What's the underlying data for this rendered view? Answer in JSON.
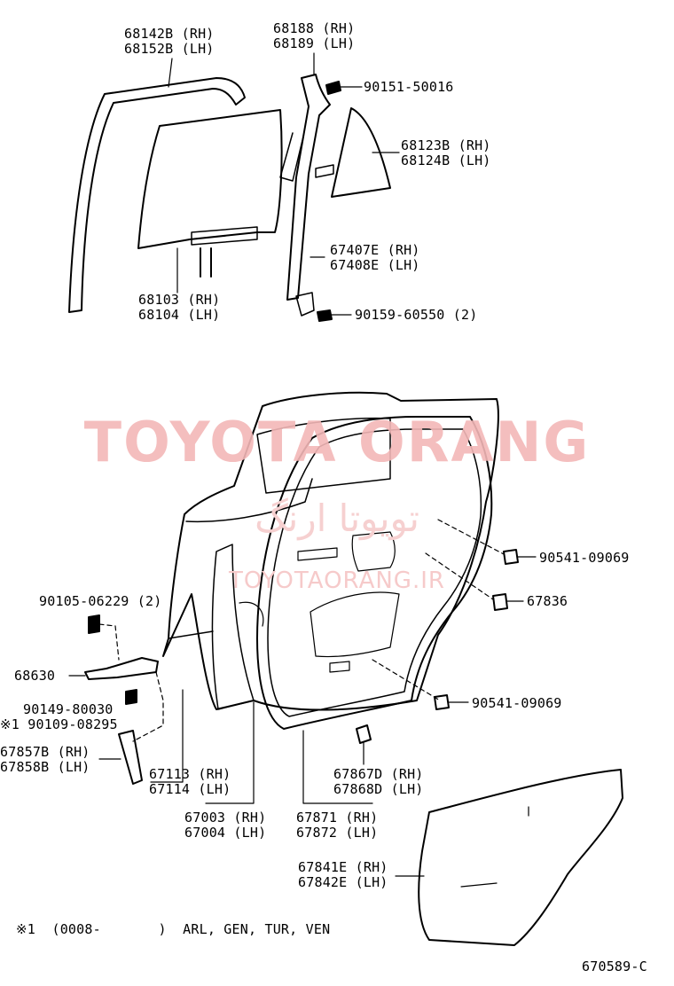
{
  "watermark": {
    "main": "TOYOTA ORANG",
    "arabic": "تویوتا ارنگ",
    "site": "TOYOTAORANG.IR"
  },
  "labels": {
    "p68142B": "68142B (RH)",
    "p68152B": "68152B (LH)",
    "p68188": "68188 (RH)",
    "p68189": "68189 (LH)",
    "p90151": "90151-50016",
    "p68123B": "68123B (RH)",
    "p68124B": "68124B (LH)",
    "p67407E": "67407E (RH)",
    "p67408E": "67408E (LH)",
    "p68103": "68103 (RH)",
    "p68104": "68104 (LH)",
    "p90159": "90159-60550 (2)",
    "p90541a": "90541-09069",
    "p67836": "67836",
    "p90105": "90105-06229 (2)",
    "p68630": "68630",
    "p90149": "90149-80030",
    "p90109": "※1 90109-08295",
    "p67857B": "67857B (RH)",
    "p67858B": "67858B (LH)",
    "p67113": "67113 (RH)",
    "p67114": "67114 (LH)",
    "p67003": "67003 (RH)",
    "p67004": "67004 (LH)",
    "p90541b": "90541-09069",
    "p67867D": "67867D (RH)",
    "p67868D": "67868D (LH)",
    "p67871": "67871 (RH)",
    "p67872": "67872 (LH)",
    "p67841E": "67841E (RH)",
    "p67842E": "67842E (LH)"
  },
  "footnote": "※1  (0008-       )  ARL, GEN, TUR, VEN",
  "diagram_code": "670589-C"
}
